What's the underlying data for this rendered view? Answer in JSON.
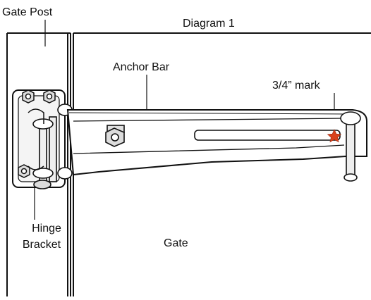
{
  "labels": {
    "gate_post": "Gate Post",
    "diagram_title": "Diagram 1",
    "anchor_bar": "Anchor Bar",
    "three_quarter_mark": "3/4” mark",
    "hinge_line1": "Hinge",
    "hinge_line2": "Bracket",
    "gate": "Gate"
  },
  "colors": {
    "line": "#111111",
    "fill": "#ffffff",
    "metal": "#e8e8e8",
    "star": "#d9421c"
  },
  "icons": {
    "marker": "star-marker-icon"
  }
}
